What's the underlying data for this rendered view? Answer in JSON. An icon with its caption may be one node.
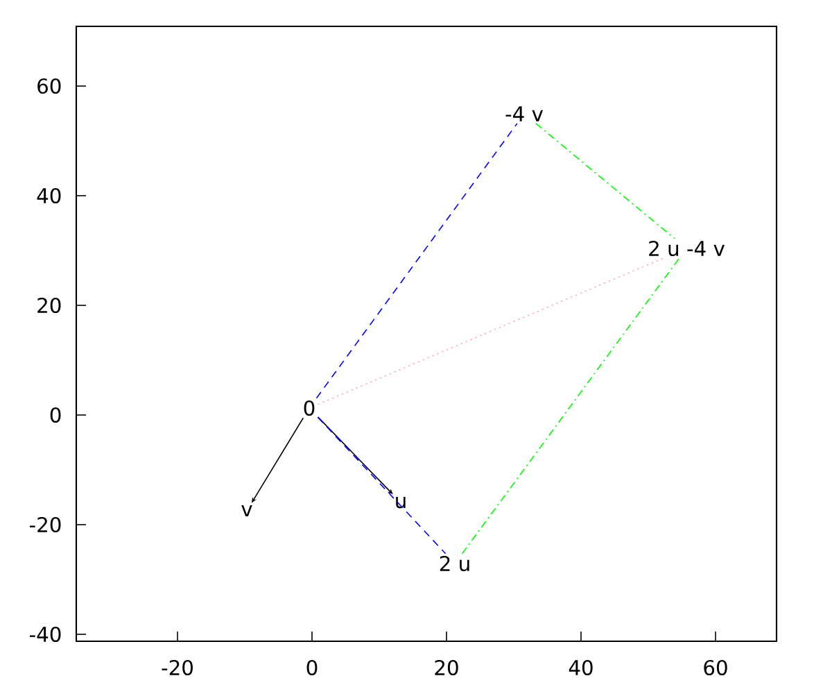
{
  "diagram": {
    "nodes": [
      {
        "text": [
          "0"
        ]
      },
      {
        "text": [
          "v"
        ]
      },
      {
        "text": [
          "u"
        ]
      },
      {
        "text": [
          "2 u"
        ]
      },
      {
        "text": [
          "-4 v"
        ]
      },
      {
        "text": [
          "2 u -4 v"
        ]
      }
    ],
    "edges": [
      {
        "from": 0,
        "to": 1,
        "arrow": "to"
      },
      {
        "from": 0,
        "to": 2,
        "arrow": "to"
      },
      {
        "from": 0,
        "to": 3,
        "arrow": "none",
        "style": "dashed",
        "color": "#0000ff"
      },
      {
        "from": 0,
        "to": 4,
        "arrow": "none",
        "style": "dashed",
        "color": "#0000ff"
      },
      {
        "from": 4,
        "to": 5,
        "arrow": "none",
        "style": "dashed",
        "color": "#00ff00"
      },
      {
        "from": 3,
        "to": 5,
        "arrow": "none",
        "style": "dashed",
        "color": "#00ff00"
      },
      {
        "from": 0,
        "to": 5,
        "arrow": "none",
        "style": "dashed",
        "color": "#ffaaaa"
      }
    ],
    "labels": [
      "60",
      "40",
      "20",
      "0",
      "-20",
      "-40",
      "-20",
      "0",
      "20",
      "40",
      "60"
    ]
  }
}
